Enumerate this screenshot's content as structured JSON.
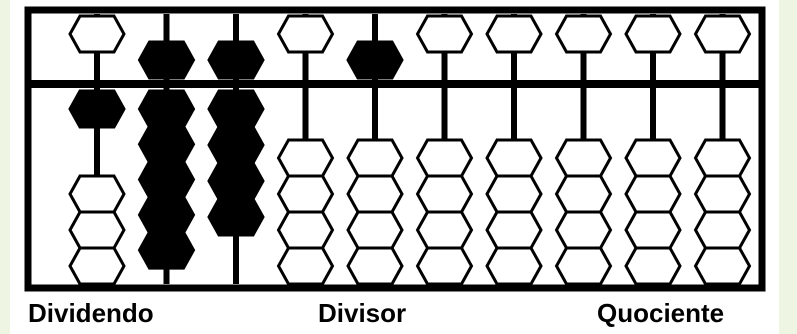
{
  "labels": {
    "dividend": "Dividendo",
    "divisor": "Divisor",
    "quotient": "Quociente"
  },
  "abacus": {
    "rods": [
      {
        "upper": 0,
        "lower": 1
      },
      {
        "upper": 1,
        "lower": 5
      },
      {
        "upper": 1,
        "lower": 4
      },
      {
        "upper": 0,
        "lower": 0
      },
      {
        "upper": 1,
        "lower": 0
      },
      {
        "upper": 0,
        "lower": 0
      },
      {
        "upper": 0,
        "lower": 0
      },
      {
        "upper": 0,
        "lower": 0
      },
      {
        "upper": 0,
        "lower": 0
      },
      {
        "upper": 0,
        "lower": 0
      }
    ]
  },
  "colors": {
    "frame": "#000000",
    "bead_active": "#000000",
    "bead_inactive": "#ffffff",
    "background": "#ffffff",
    "side_band": "#eef5e3"
  }
}
